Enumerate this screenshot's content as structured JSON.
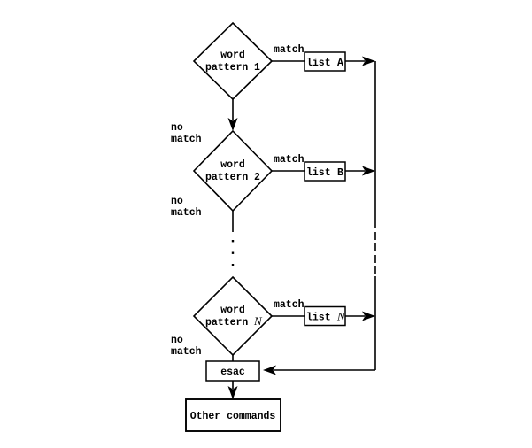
{
  "palette": {
    "ink": "#000000",
    "background": "#ffffff"
  },
  "diagram": {
    "type": "flowchart",
    "topic": "shell case statement matching flow",
    "labels": {
      "match": "match",
      "no": "no",
      "no_match_word": "match"
    },
    "decisions": [
      {
        "line1": "word",
        "line2_prefix": "pattern",
        "line2_suffix": "1"
      },
      {
        "line1": "word",
        "line2_prefix": "pattern",
        "line2_suffix": "2"
      },
      {
        "line1": "word",
        "line2_prefix": "pattern",
        "line2_suffix": "N"
      }
    ],
    "process_boxes": [
      {
        "prefix": "list",
        "suffix": "A"
      },
      {
        "prefix": "list",
        "suffix": "B"
      },
      {
        "prefix": "list",
        "suffix": "N"
      }
    ],
    "terminals": {
      "esac": "esac",
      "other_commands": "Other commands"
    }
  }
}
